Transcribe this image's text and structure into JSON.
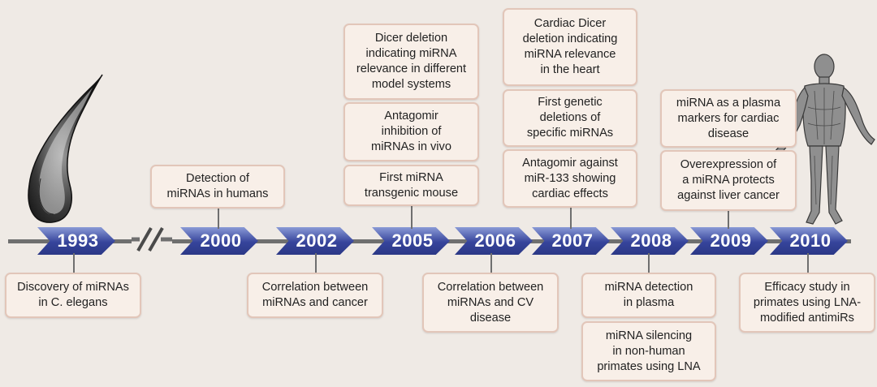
{
  "years": [
    "1993",
    "2000",
    "2002",
    "2005",
    "2006",
    "2007",
    "2008",
    "2009",
    "2010"
  ],
  "events_above": {
    "y2000_0": "Detection of\nmiRNAs in humans",
    "y2005_0": "First miRNA\ntransgenic mouse",
    "y2005_1": "Antagomir\ninhibition of\nmiRNAs in vivo",
    "y2005_2": "Dicer deletion\nindicating miRNA\nrelevance in different\nmodel systems",
    "y2007_0": "Antagomir against\nmiR-133 showing\ncardiac effects",
    "y2007_1": "First genetic\ndeletions of\nspecific miRNAs",
    "y2007_2": "Cardiac Dicer\ndeletion indicating\nmiRNA relevance\nin the heart",
    "y2009_0": "Overexpression of\na miRNA protects\nagainst liver cancer",
    "y2009_1": "miRNA as a plasma\nmarkers for cardiac\ndisease"
  },
  "events_below": {
    "y1993_0": "Discovery of miRNAs\nin C. elegans",
    "y2002_0": "Correlation between\nmiRNAs and cancer",
    "y2006_0": "Correlation between\nmiRNAs and CV\ndisease",
    "y2008_0": "miRNA detection\nin plasma",
    "y2008_1": "miRNA silencing\nin non-human\nprimates using LNA",
    "y2010_0": "Efficacy study in\nprimates using LNA-\nmodified antimiRs"
  },
  "illustrations": [
    "c-elegans-worm-icon",
    "human-anatomy-figure-icon"
  ]
}
